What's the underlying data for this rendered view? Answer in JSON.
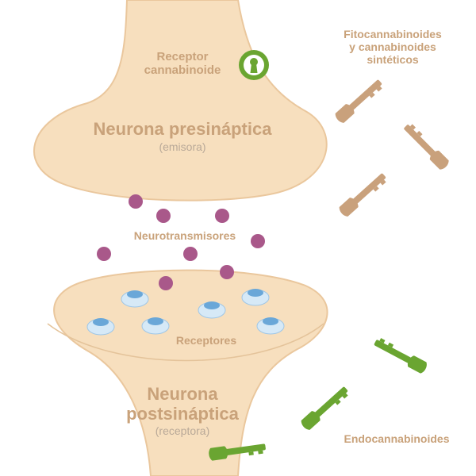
{
  "colors": {
    "neuron_fill": "#f7dfbe",
    "neuron_stroke": "#eac79d",
    "text_tan": "#c9a27a",
    "text_light": "#b9a998",
    "neurotransmitter": "#a9588a",
    "receptor_outer": "#d6e9f7",
    "receptor_inner": "#6aa7d8",
    "key_green": "#6aa531",
    "key_tan": "#c9a17c"
  },
  "presynaptic": {
    "title": "Neurona presináptica",
    "subtitle": "(emisora)",
    "receptor_label_line1": "Receptor",
    "receptor_label_line2": "cannabinoide",
    "receptor_icon": "keyhole-lock-icon"
  },
  "neurotransmitters_label": "Neurotransmisores",
  "receptors_label": "Receptores",
  "postsynaptic": {
    "title_line1": "Neurona",
    "title_line2": "postsináptica",
    "subtitle": "(receptora)"
  },
  "phyto": {
    "label_line1": "Fitocannabinoides",
    "label_line2": "y cannabinoides",
    "label_line3": "sintéticos",
    "icon": "key-icon"
  },
  "endo": {
    "label": "Endocannabinoides",
    "icon": "key-icon"
  }
}
